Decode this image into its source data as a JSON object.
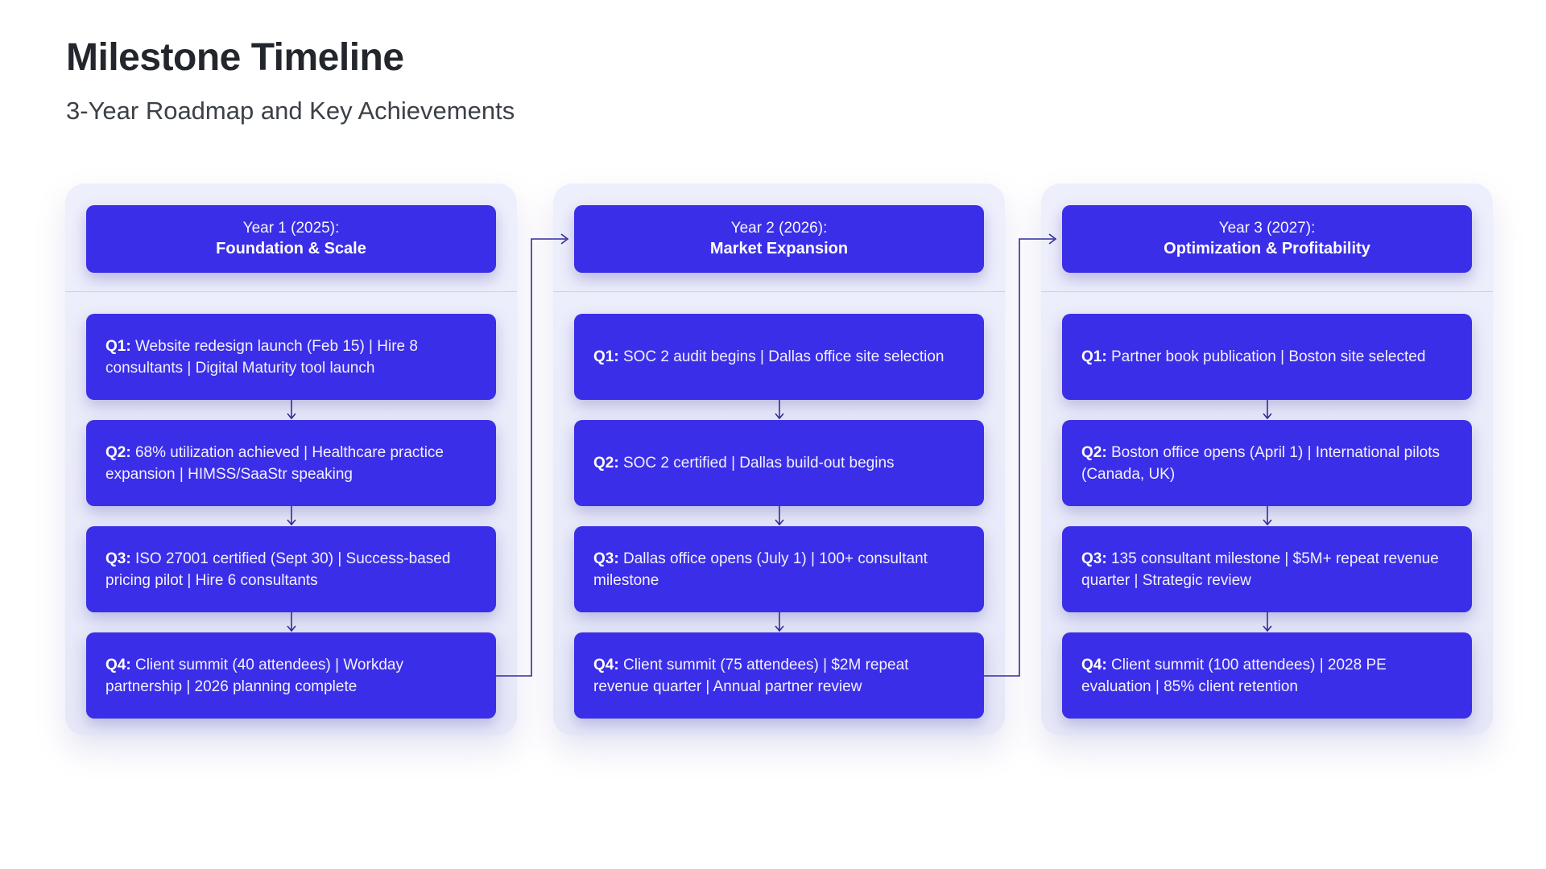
{
  "page": {
    "title": "Milestone Timeline",
    "subtitle": "3-Year Roadmap and Key Achievements"
  },
  "colors": {
    "box": "#3b2ee8",
    "container": "#e9ebfa",
    "connector": "#312b9b",
    "divider": "#cdd0ea"
  },
  "years": [
    {
      "header_line1": "Year 1 (2025):",
      "header_line2": "Foundation & Scale",
      "quarters": [
        {
          "label": "Q1:",
          "text": "Website redesign launch (Feb 15) | Hire 8 consultants | Digital Maturity tool launch"
        },
        {
          "label": "Q2:",
          "text": "68% utilization achieved | Healthcare practice expansion | HIMSS/SaaStr speaking"
        },
        {
          "label": "Q3:",
          "text": "ISO 27001 certified (Sept 30) | Success-based pricing pilot | Hire 6 consultants"
        },
        {
          "label": "Q4:",
          "text": "Client summit (40 attendees) | Workday partnership | 2026 planning complete"
        }
      ]
    },
    {
      "header_line1": "Year 2 (2026):",
      "header_line2": "Market Expansion",
      "quarters": [
        {
          "label": "Q1:",
          "text": "SOC 2 audit begins | Dallas office site selection"
        },
        {
          "label": "Q2:",
          "text": "SOC 2 certified | Dallas build-out begins"
        },
        {
          "label": "Q3:",
          "text": "Dallas office opens (July 1) | 100+ consultant milestone"
        },
        {
          "label": "Q4:",
          "text": "Client summit (75 attendees) | $2M repeat revenue quarter | Annual partner review"
        }
      ]
    },
    {
      "header_line1": "Year 3 (2027):",
      "header_line2": "Optimization & Profitability",
      "quarters": [
        {
          "label": "Q1:",
          "text": "Partner book publication | Boston site selected"
        },
        {
          "label": "Q2:",
          "text": "Boston office opens (April 1) | International pilots (Canada, UK)"
        },
        {
          "label": "Q3:",
          "text": "135 consultant milestone | $5M+ repeat revenue quarter | Strategic review"
        },
        {
          "label": "Q4:",
          "text": "Client summit (100 attendees) | 2028 PE evaluation | 85% client retention"
        }
      ]
    }
  ]
}
